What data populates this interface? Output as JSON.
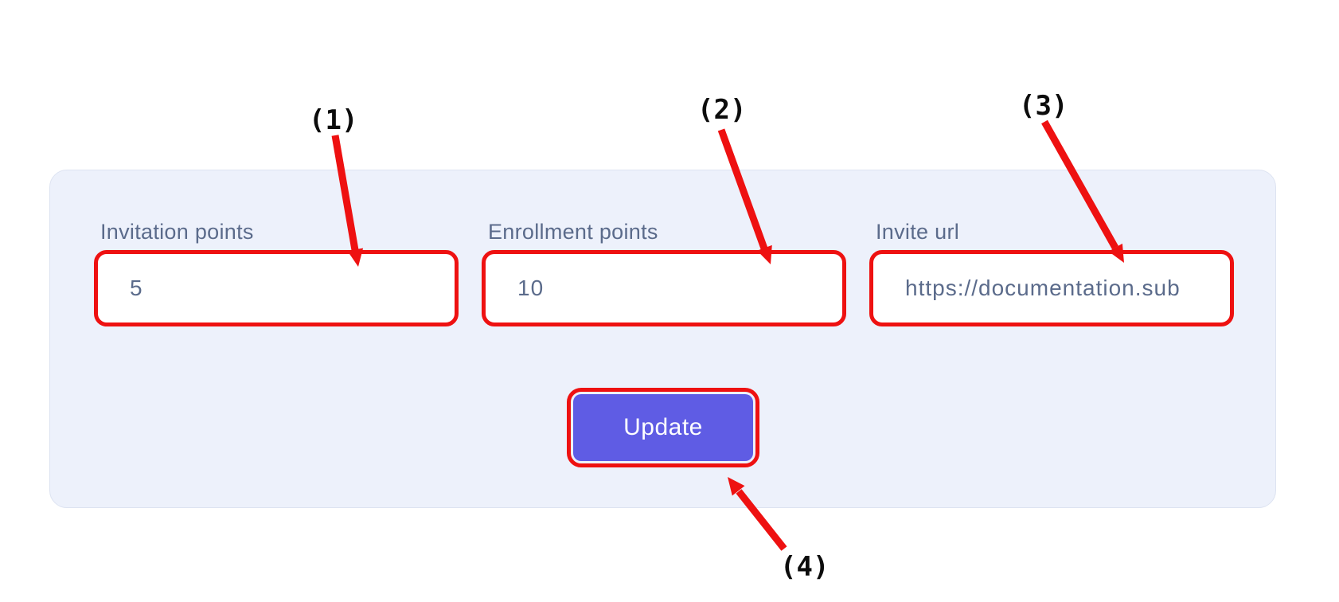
{
  "colors": {
    "panel_bg": "#edf1fb",
    "panel_border": "#dde3f1",
    "annotation_red": "#ee1111",
    "button_bg": "#5f5ce4",
    "button_text": "#ffffff",
    "field_text": "#5b6b8b"
  },
  "form": {
    "fields": [
      {
        "label": "Invitation points",
        "value": "5"
      },
      {
        "label": "Enrollment points",
        "value": "10"
      },
      {
        "label": "Invite url",
        "value": "https://documentation.sub"
      }
    ],
    "update_label": "Update"
  },
  "annotations": {
    "labels": [
      "(1)",
      "(2)",
      "(3)",
      "(4)"
    ]
  }
}
